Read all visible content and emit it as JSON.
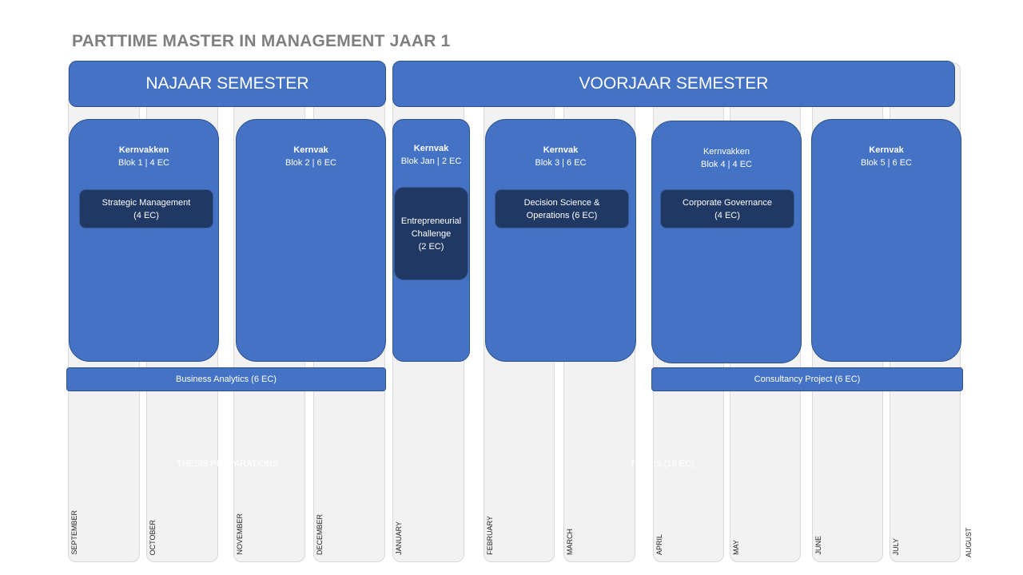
{
  "title": "PARTTIME MASTER IN MANAGEMENT JAAR 1",
  "semesters": {
    "najaar": "NAJAAR SEMESTER",
    "voorjaar": "VOORJAAR SEMESTER"
  },
  "months": [
    "SEPTEMBER",
    "OCTOBER",
    "NOVEMBER",
    "DECEMBER",
    "JANUARY",
    "FEBRUARY",
    "MARCH",
    "APRIL",
    "MAY",
    "JUNE",
    "JULY",
    "AUGUST"
  ],
  "blocks": [
    {
      "heading": "Kernvakken",
      "sub": "Blok 1 | 4 EC",
      "course": [
        "Strategic Management",
        "(4 EC)"
      ]
    },
    {
      "heading": "Kernvak",
      "sub": "Blok 2 | 6 EC"
    },
    {
      "heading": "Kernvak",
      "sub": "Blok Jan | 2 EC",
      "course": [
        "Entrepreneurial",
        "Challenge",
        "(2 EC)"
      ]
    },
    {
      "heading": "Kernvak",
      "sub": "Blok 3 | 6 EC",
      "course": [
        "Decision Science &",
        "Operations (6 EC)"
      ]
    },
    {
      "heading": "Kernvakken",
      "sub": "Blok 4 | 4 EC",
      "course": [
        "Corporate Governance",
        "(4 EC)"
      ]
    },
    {
      "heading": "Kernvak",
      "sub": "Blok 5 | 6 EC"
    }
  ],
  "bars": {
    "business_analytics": "Business Analytics (6 EC)",
    "consultancy": "Consultancy Project (6 EC)"
  },
  "faint_labels": {
    "thesis_preparations": "THESIS PREPARATIONS",
    "thesis": "THESIS (16 EC)"
  },
  "colors": {
    "block_blue": "#4472c4",
    "course_navy": "#203864",
    "column_gray": "#f2f2f2",
    "title_gray": "#7f7f7f"
  }
}
